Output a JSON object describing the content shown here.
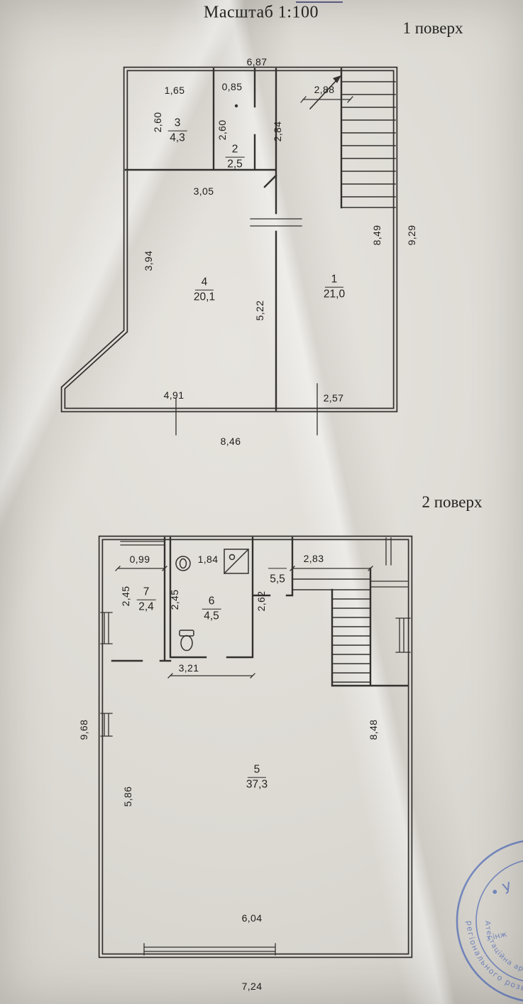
{
  "header": {
    "scale_title": "Масштаб 1:100",
    "floor1_label": "1 поверх",
    "floor2_label": "2 поверх"
  },
  "floor1": {
    "rooms": {
      "r3": {
        "number": "3",
        "area": "4,3"
      },
      "r2": {
        "number": "2",
        "area": "2,5"
      },
      "r4": {
        "number": "4",
        "area": "20,1"
      },
      "r1": {
        "number": "1",
        "area": "21,0"
      }
    },
    "dims": {
      "top_total": "6,87",
      "room3_w": "1,65",
      "room2_w": "0,85",
      "stairs_w": "2,88",
      "room3_h": "2,60",
      "room2_h": "2,60",
      "hall_h": "2,84",
      "room3_bottom": "3,05",
      "left_h": "3,94",
      "mid_h": "5,22",
      "right_inner_h": "8,49",
      "right_outer_h": "9,29",
      "bottom_left": "4,91",
      "bottom_right": "2,57",
      "bottom_total": "8,46"
    }
  },
  "floor2": {
    "rooms": {
      "r7": {
        "number": "7",
        "area": "2,4"
      },
      "r6": {
        "number": "6",
        "area": "4,5"
      },
      "landing": {
        "area": "5,5"
      },
      "r5": {
        "number": "5",
        "area": "37,3"
      }
    },
    "dims": {
      "room7_w": "0,99",
      "room6_w": "1,84",
      "stairs_w": "2,83",
      "room7_h": "2,45",
      "room6_h": "2,45",
      "landing_h": "2,62",
      "room6_bottom": "3,21",
      "left_outer_h": "9,68",
      "left_inner_h": "5,86",
      "right_h": "8,48",
      "bottom_inner": "6,04",
      "bottom_total": "7,24"
    }
  },
  "stamp": {
    "outer_text": "регіонального розвитку, буд",
    "inner_text": "Атестаційна архіт",
    "initial": "• У",
    "small_text": "з інж"
  }
}
